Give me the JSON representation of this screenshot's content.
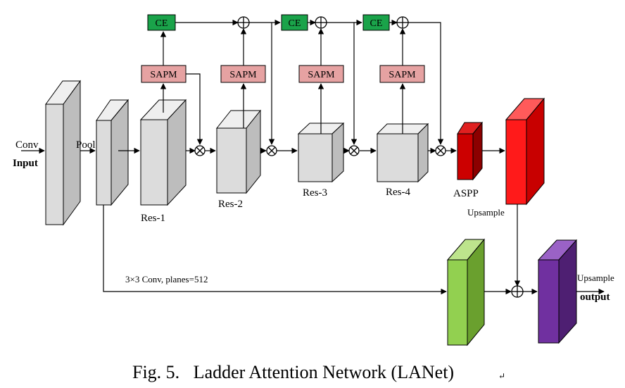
{
  "labels": {
    "conv": "Conv",
    "input": "Input",
    "pool": "Pool",
    "res1": "Res-1",
    "res2": "Res-2",
    "res3": "Res-3",
    "res4": "Res-4",
    "aspp": "ASPP",
    "upsample_mid": "Upsample",
    "upsample_out": "Upsample",
    "output": "output",
    "conv_planes": "3×3 Conv, planes=512",
    "sapm": "SAPM",
    "ce": "CE"
  },
  "caption": "Fig. 5.   Ladder Attention Network (LANet)",
  "caption_mark": "↵",
  "colors": {
    "block_gray_front": "#dcdcdc",
    "block_gray_side": "#bdbdbd",
    "block_gray_top": "#efefef",
    "sapm": "#e6a2a2",
    "ce": "#1aa34a",
    "aspp_front": "#cc0000",
    "aspp_side": "#8c0000",
    "aspp_top": "#e02020",
    "red_front": "#ff1a1a",
    "red_side": "#c80000",
    "red_top": "#ff5a5a",
    "green_front": "#92d050",
    "green_side": "#6aa02e",
    "green_top": "#bde48c",
    "purple_front": "#7030a0",
    "purple_side": "#4e1f72",
    "purple_top": "#9a62c6"
  }
}
